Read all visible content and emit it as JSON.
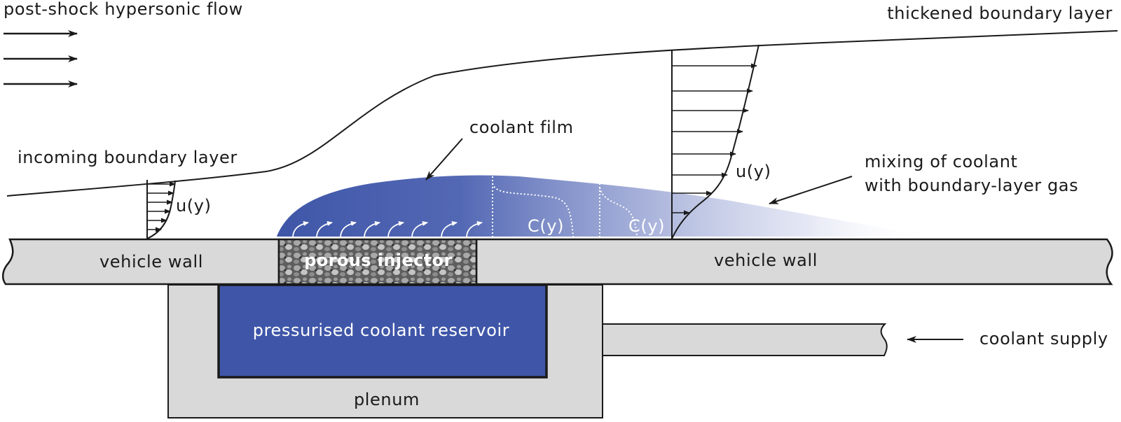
{
  "labels": {
    "post_shock": "post-shock hypersonic flow",
    "thickened_bl": "thickened boundary layer",
    "incoming_bl": "incoming boundary layer",
    "coolant_film": "coolant film",
    "mixing_line1": "mixing of coolant",
    "mixing_line2": "with boundary-layer gas",
    "u_left": "u(y)",
    "u_right": "u(y)",
    "c_left": "C(y)",
    "c_right": "C(y)",
    "vehicle_wall_left": "vehicle wall",
    "vehicle_wall_right": "vehicle wall",
    "porous_injector": "porous injector",
    "reservoir": "pressurised coolant reservoir",
    "plenum": "plenum",
    "coolant_supply": "coolant supply"
  },
  "colors": {
    "coolant_blue": "#3f56a8",
    "wall_gray": "#d9d9d9",
    "porous_dark": "#6e6e6e",
    "ink": "#1a1a1a"
  }
}
